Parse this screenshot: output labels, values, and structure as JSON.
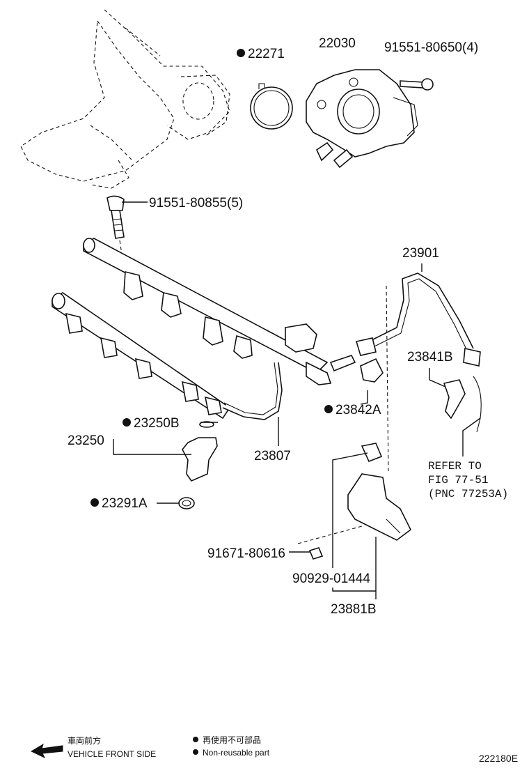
{
  "parts": {
    "p22271": "22271",
    "p22030": "22030",
    "p91551_80650": "91551-80650(4)",
    "p91551_80855": "91551-80855(5)",
    "p23901": "23901",
    "p23841B": "23841B",
    "p23842A": "23842A",
    "p23250B": "23250B",
    "p23250": "23250",
    "p23807": "23807",
    "p23291A": "23291A",
    "p91671_80616": "91671-80616",
    "p90929_01444": "90929-01444",
    "p23881B": "23881B"
  },
  "refer": {
    "line1": "REFER TO",
    "line2": "FIG 77-51",
    "line3": "(PNC 77253A)"
  },
  "legend": {
    "front_jp": "車両前方",
    "front_en": "VEHICLE FRONT SIDE",
    "nonreuse_jp": "再使用不可部品",
    "nonreuse_en": "Non-reusable part"
  },
  "figure_id": "222180E"
}
